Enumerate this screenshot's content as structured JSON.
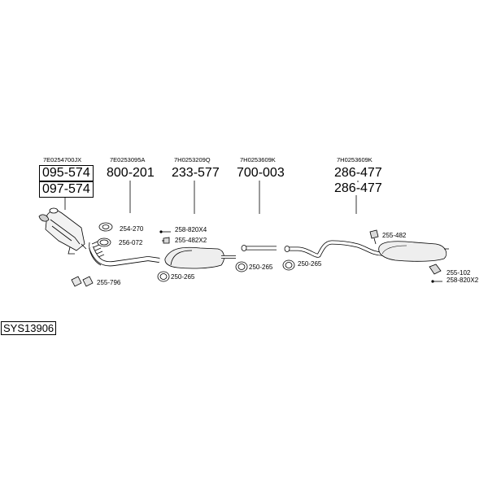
{
  "header": {
    "oe_numbers": [
      "7E0254700JX",
      "7E0253095A",
      "7H0253209Q",
      "7H0253609K",
      "7H0253609K"
    ],
    "part_numbers": [
      "095-574",
      "097-574",
      "800-201",
      "233-577",
      "700-003",
      "286-477",
      "286-477"
    ]
  },
  "small_parts": [
    "254-270",
    "256-072",
    "255-796",
    "258-820X4",
    "255-482X2",
    "250-265",
    "250-265",
    "250-265",
    "255-482",
    "255-102",
    "258-820X2"
  ],
  "system_code": "SYS13906"
}
